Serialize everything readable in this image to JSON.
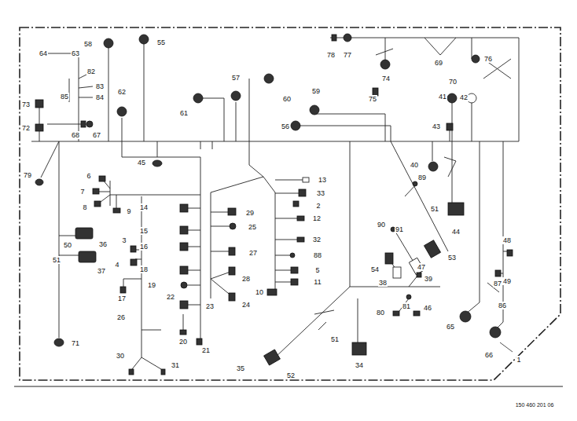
{
  "diagram": {
    "labels": [
      "58",
      "55",
      "64",
      "63",
      "82",
      "83",
      "85",
      "84",
      "73",
      "72",
      "68",
      "67",
      "62",
      "45",
      "61",
      "57",
      "60",
      "78",
      "77",
      "69",
      "70",
      "76",
      "74",
      "75",
      "59",
      "56",
      "41",
      "42",
      "43",
      "40",
      "79",
      "6",
      "7",
      "8",
      "9",
      "14",
      "15",
      "16",
      "18",
      "19",
      "22",
      "20",
      "21",
      "29",
      "25",
      "27",
      "28",
      "24",
      "23",
      "13",
      "33",
      "2",
      "12",
      "32",
      "88",
      "5",
      "11",
      "10",
      "3",
      "4",
      "17",
      "26",
      "30",
      "31",
      "50",
      "36",
      "51",
      "37",
      "71",
      "89",
      "51",
      "44",
      "53",
      "39",
      "90",
      "91",
      "54",
      "38",
      "47",
      "81",
      "80",
      "46",
      "48",
      "49",
      "87",
      "86",
      "65",
      "66",
      "1",
      "51",
      "34",
      "35",
      "52",
      "150 460 201 06"
    ]
  }
}
